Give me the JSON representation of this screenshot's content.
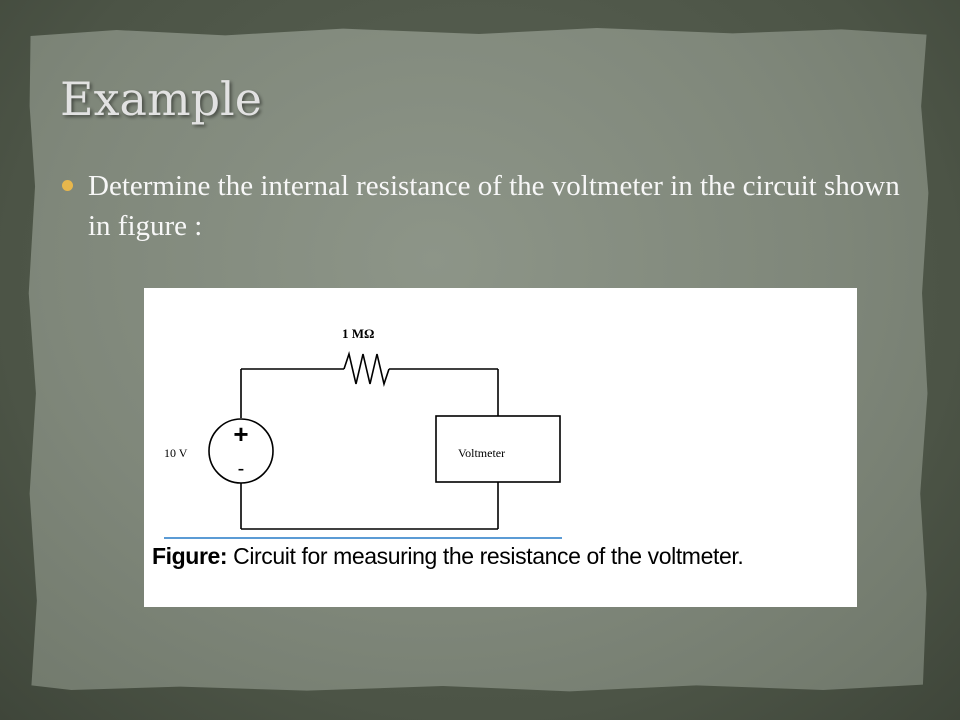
{
  "slide": {
    "title": "Example",
    "bullet": "Determine the internal resistance of the voltmeter in the circuit shown in figure :"
  },
  "figure": {
    "resistor_label": "1 MΩ",
    "source_label": "10 V",
    "source_plus": "+",
    "source_minus": "-",
    "voltmeter_label": "Voltmeter",
    "caption_bold": "Figure:",
    "caption_text": " Circuit for measuring the resistance of the voltmeter."
  },
  "colors": {
    "accent_bullet": "#e8b74c",
    "caption_rule": "#5b9bd5"
  }
}
